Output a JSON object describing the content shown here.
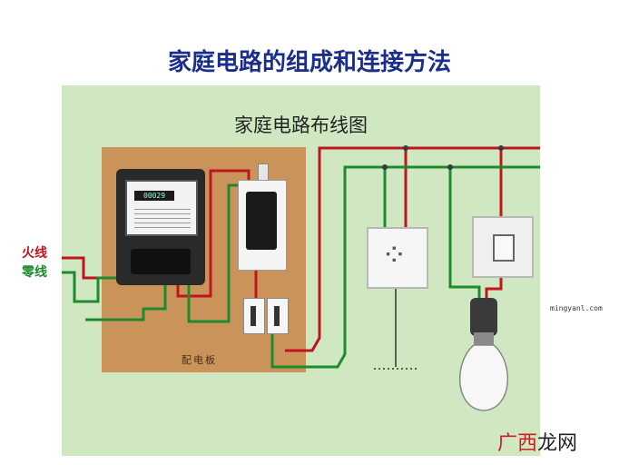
{
  "header": {
    "title": "家庭电路的组成和连接方法"
  },
  "diagram": {
    "subtitle": "家庭电路布线图",
    "board_label": "配电板",
    "legend": {
      "hot_wire": "火线",
      "neutral_wire": "零线"
    },
    "meter_readout": "00029",
    "colors": {
      "hot": "#c0151f",
      "neutral": "#1e8a2e",
      "ground": "#333333"
    }
  },
  "footer": {
    "watermark": "mingyanl.com",
    "brand_part1": "广西",
    "brand_part2": "龙网"
  }
}
